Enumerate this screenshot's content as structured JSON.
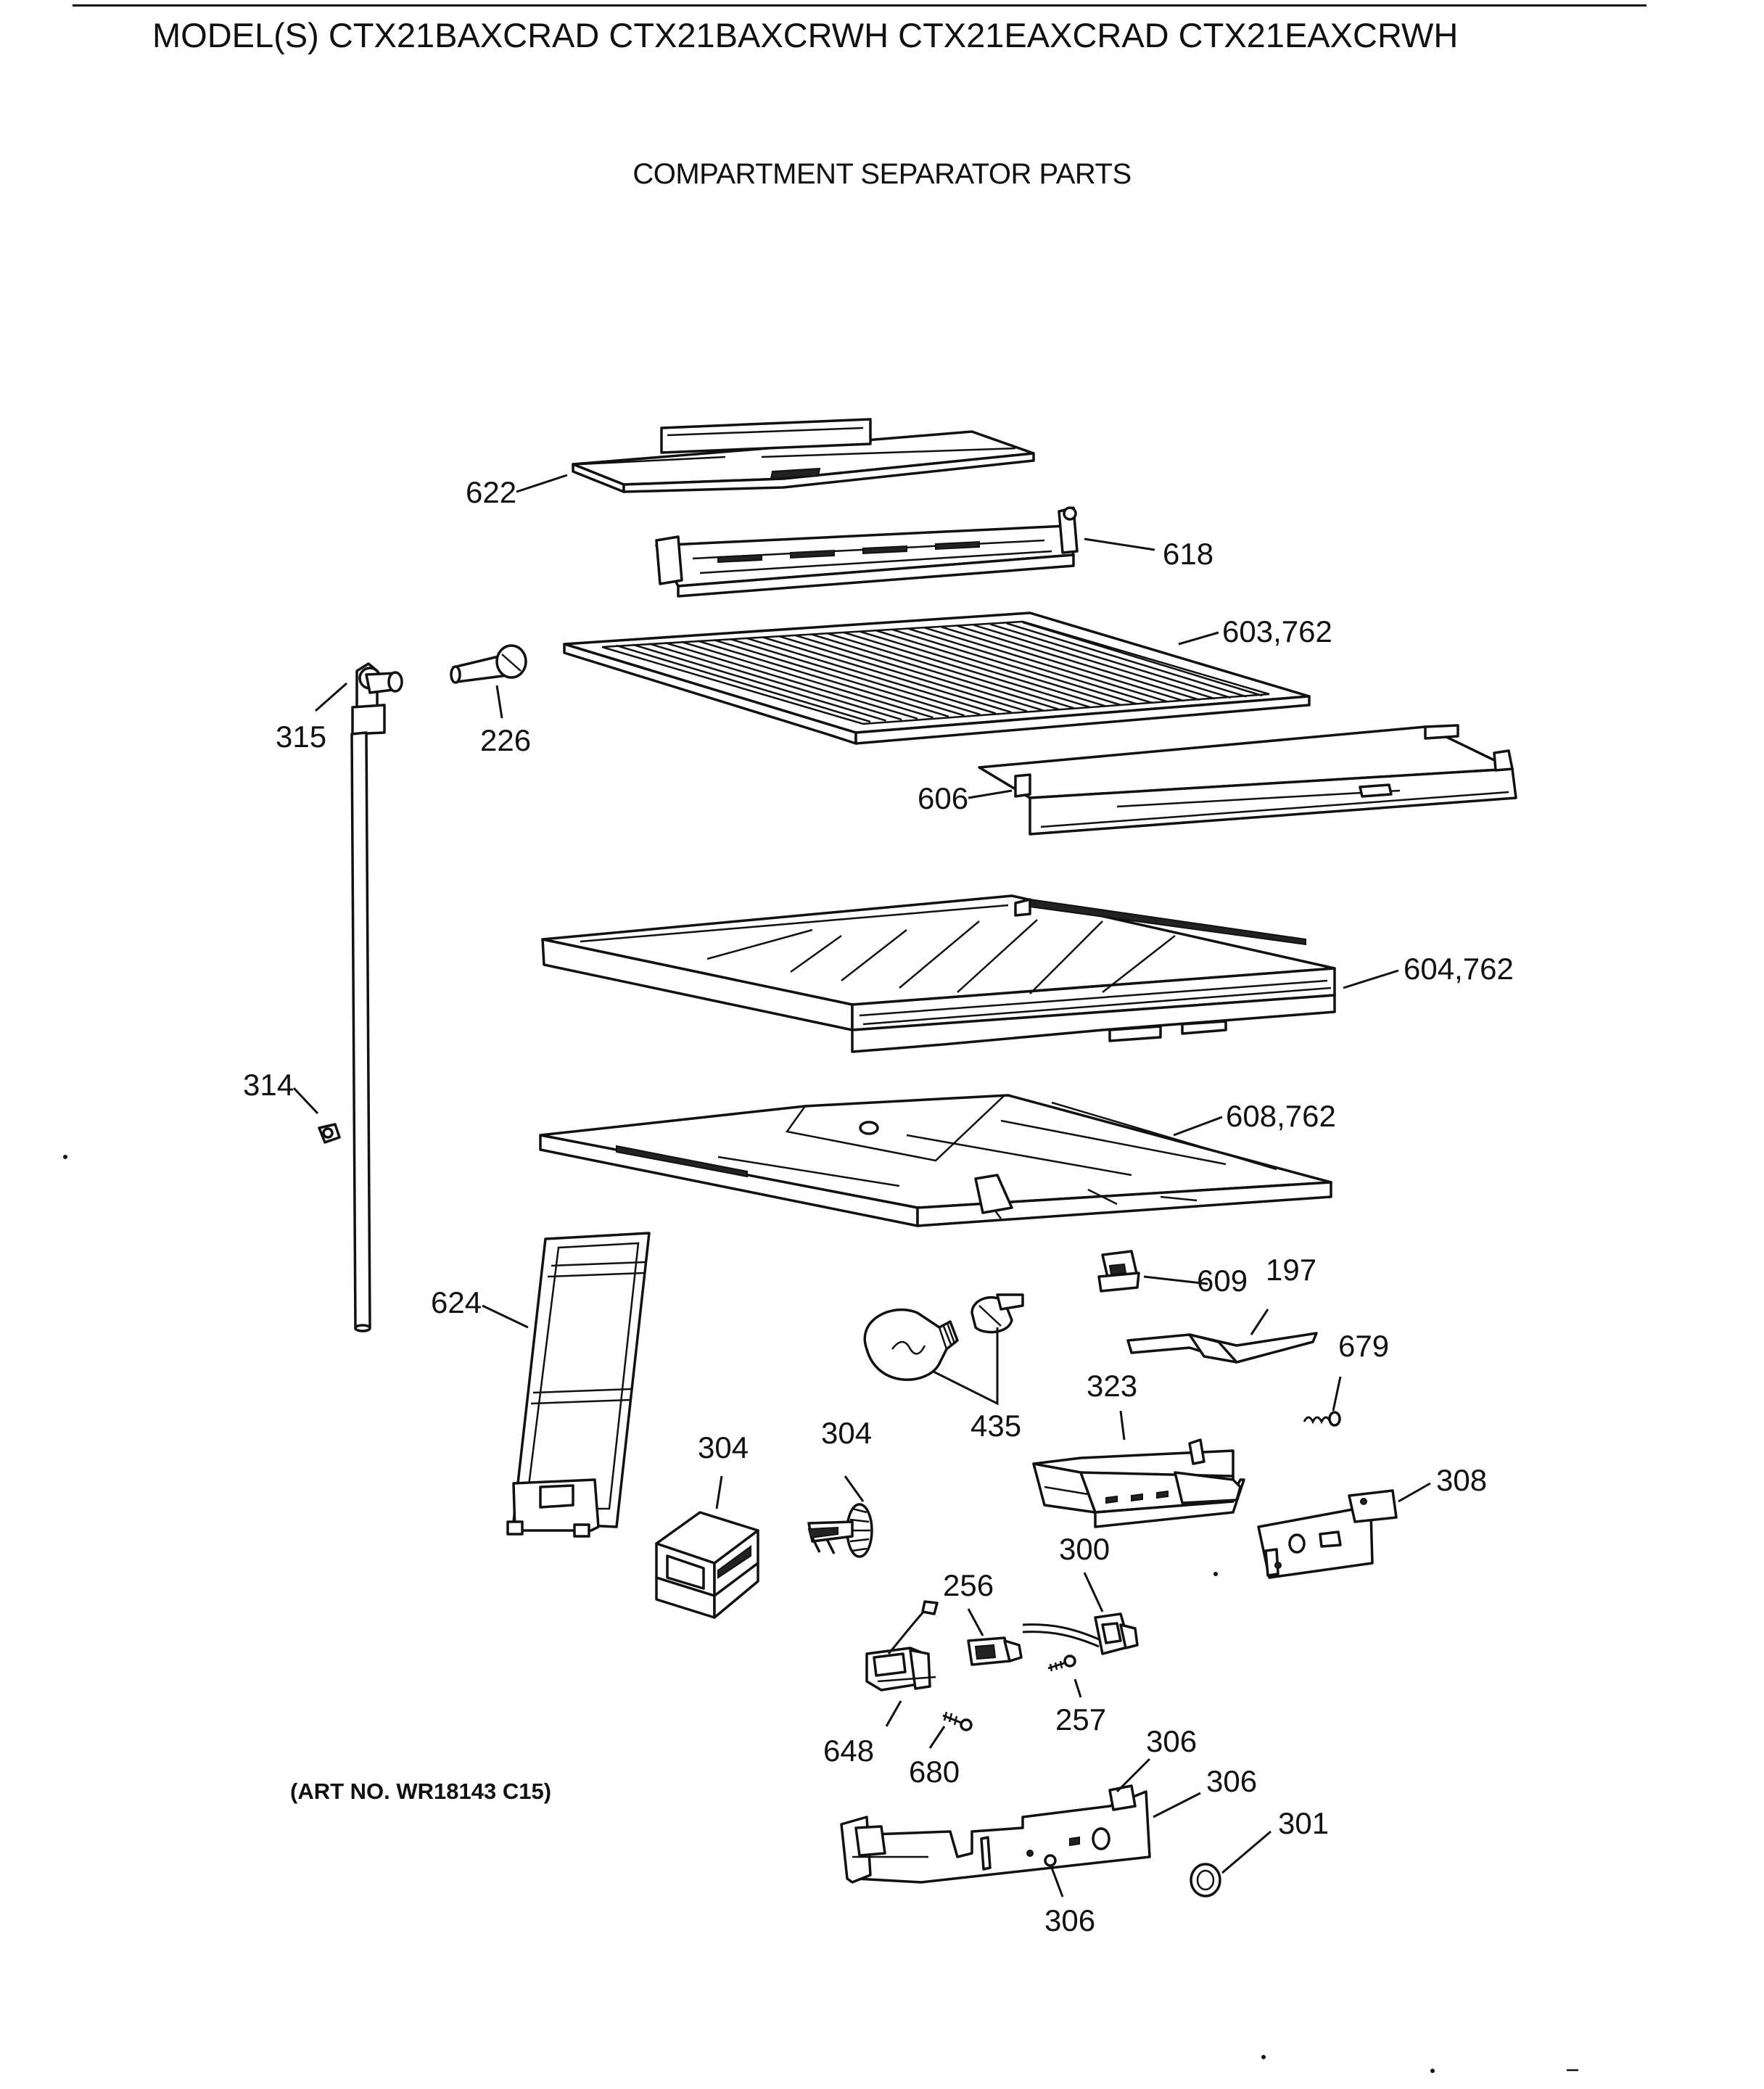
{
  "header": {
    "models": "MODEL(S) CTX21BAXCRAD  CTX21BAXCRWH  CTX21EAXCRAD  CTX21EAXCRWH",
    "subtitle": "COMPARTMENT SEPARATOR PARTS"
  },
  "footer": {
    "art_no": "(ART NO. WR18143 C15)"
  },
  "callouts": {
    "p622": "622",
    "p618": "618",
    "p603": "603,762",
    "p315": "315",
    "p226": "226",
    "p606": "606",
    "p604": "604,762",
    "p314": "314",
    "p608": "608,762",
    "p624": "624",
    "p609": "609",
    "p197": "197",
    "p679": "679",
    "p435": "435",
    "p323": "323",
    "p304a": "304",
    "p304b": "304",
    "p308": "308",
    "p256": "256",
    "p300": "300",
    "p257": "257",
    "p648": "648",
    "p680": "680",
    "p306a": "306",
    "p306b": "306",
    "p306c": "306",
    "p301": "301"
  }
}
